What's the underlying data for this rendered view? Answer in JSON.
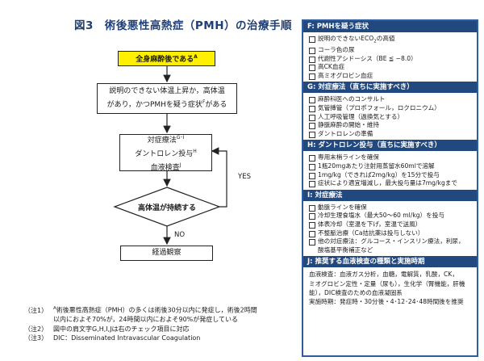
{
  "title": "図3　術後悪性高熱症（PMH）の治療手順",
  "flow": {
    "start": "全身麻酔後である",
    "start_sup": "A",
    "suspect_lines": [
      "説明のできない体温上昇か，高体温",
      "があり，かつPMHを疑う症状"
    ],
    "suspect_sup": "F",
    "suspect_tail": "がある",
    "treat_lines": [
      "対症療法",
      "ダントロレン投与",
      "血液検査"
    ],
    "treat_sups": [
      "G･I",
      "H",
      "J"
    ],
    "decision": "高体温が持続する",
    "yes": "YES",
    "no": "NO",
    "observe": "経過観察"
  },
  "notes": {
    "n1_key": "（注1）",
    "n1_sup": "A",
    "n1_line1": "術後悪性高熱症（PMH）の多くは術後30分以内に発症し，術後2時間",
    "n1_line2": "以内におよそ70%が，24時間以内におよそ90%が発症している",
    "n2_key": "（注2）",
    "n2": "図中の肩文字G,H,I,Jは右のチェック項目に対応",
    "n3_key": "（注3）",
    "n3": "DIC：Disseminated Intravascular Coagulation"
  },
  "panel": {
    "sections": [
      {
        "header": "F: PMHを疑う症状",
        "checked": true,
        "items": [
          "説明のできないE",
          "コーラ色の尿",
          "代謝性アシドーシス（BE ≦ −8.0）",
          "高CK血症",
          "高ミオグロビン血症"
        ]
      },
      {
        "header": "G: 対症療法（直ちに実施すべき）",
        "checked": true,
        "items": [
          "麻酔科医へのコンサルト",
          "気管挿管（プロポフォール，ロクロニウム）",
          "人工呼吸管理（過換気とする）",
          "静脈麻酔の開始・維持",
          "ダントロレンの準備"
        ]
      },
      {
        "header": "H: ダントロレン投与（直ちに実施すべき）",
        "checked": true,
        "items": [
          "専用末梢ラインを確保",
          "1瓶20mgあたり注射用蒸留水60mlで溶解",
          "1mg/kg（できれば2mg/kg）を15分で投与",
          "症状により適宜増減し，最大投与量は7mg/kgまで"
        ]
      },
      {
        "header": "I: 対症療法",
        "checked": true,
        "items": [
          "動脈ラインを確保",
          "冷却生理食塩水（最大50～60 ml/kg）を投与",
          "体表冷却（室温を下げ，室温で送風）",
          "不整脈治療（Ca拮抗薬は投与しない）",
          "他の対症療法：グルコース・インスリン療法，利尿，",
          "酸塩基平衡補正など"
        ]
      },
      {
        "header": "J: 推奨する血液検査の種類と実施時期",
        "checked": false,
        "items": [
          "血液検査：血液ガス分析，血糖，電解質，乳酸，CK，",
          "ミオグロビン定性・定量（尿も），生化学（腎機能，肝機",
          "能），DIC検査のための血液凝固系",
          "実施時期：発症時・30分後・4･12･24･48時間後を推奨"
        ]
      }
    ],
    "f_first_tail": "CO",
    "f_first_sub": "2",
    "f_first_end": "の高値"
  },
  "colors": {
    "title": "#1f3f78",
    "panel_header": "#21497f",
    "start_box": "#ffef00"
  }
}
